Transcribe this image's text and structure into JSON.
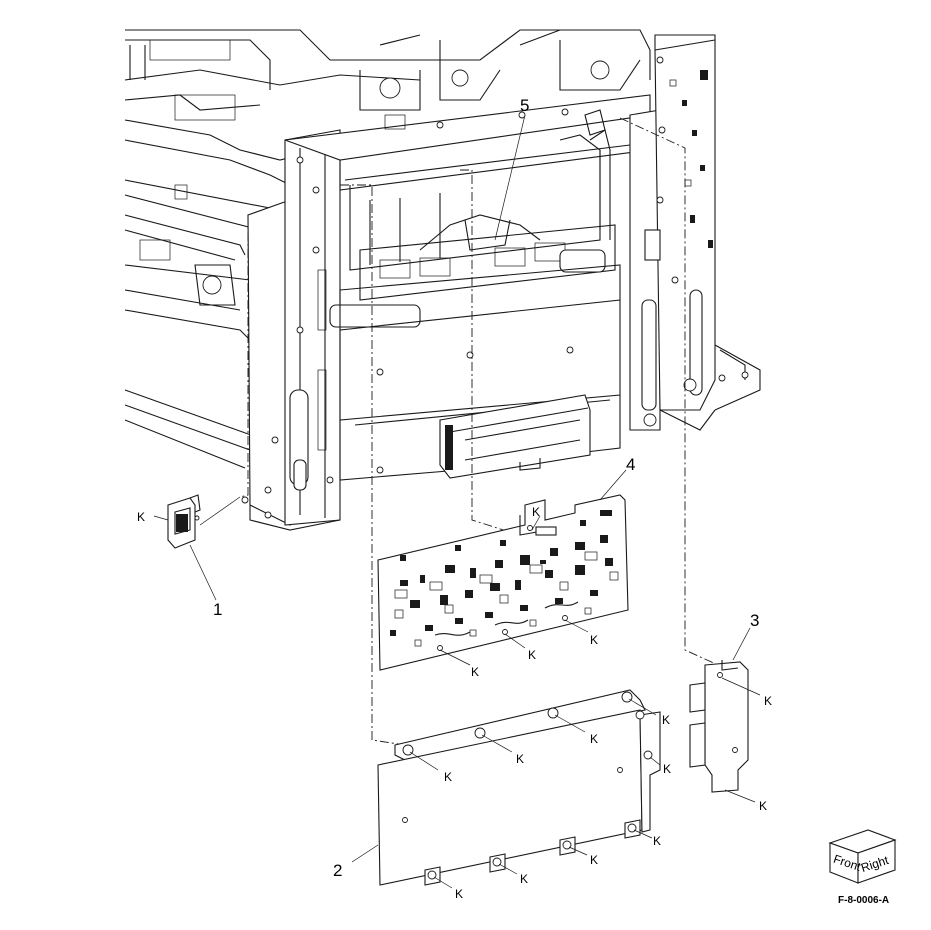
{
  "callouts": {
    "c1": "1",
    "c2": "2",
    "c3": "3",
    "c4": "4",
    "c5": "5"
  },
  "k_label": "K",
  "orientation_cube": {
    "front": "Front",
    "right": "Right"
  },
  "figure_id": "F-8-0006-A"
}
